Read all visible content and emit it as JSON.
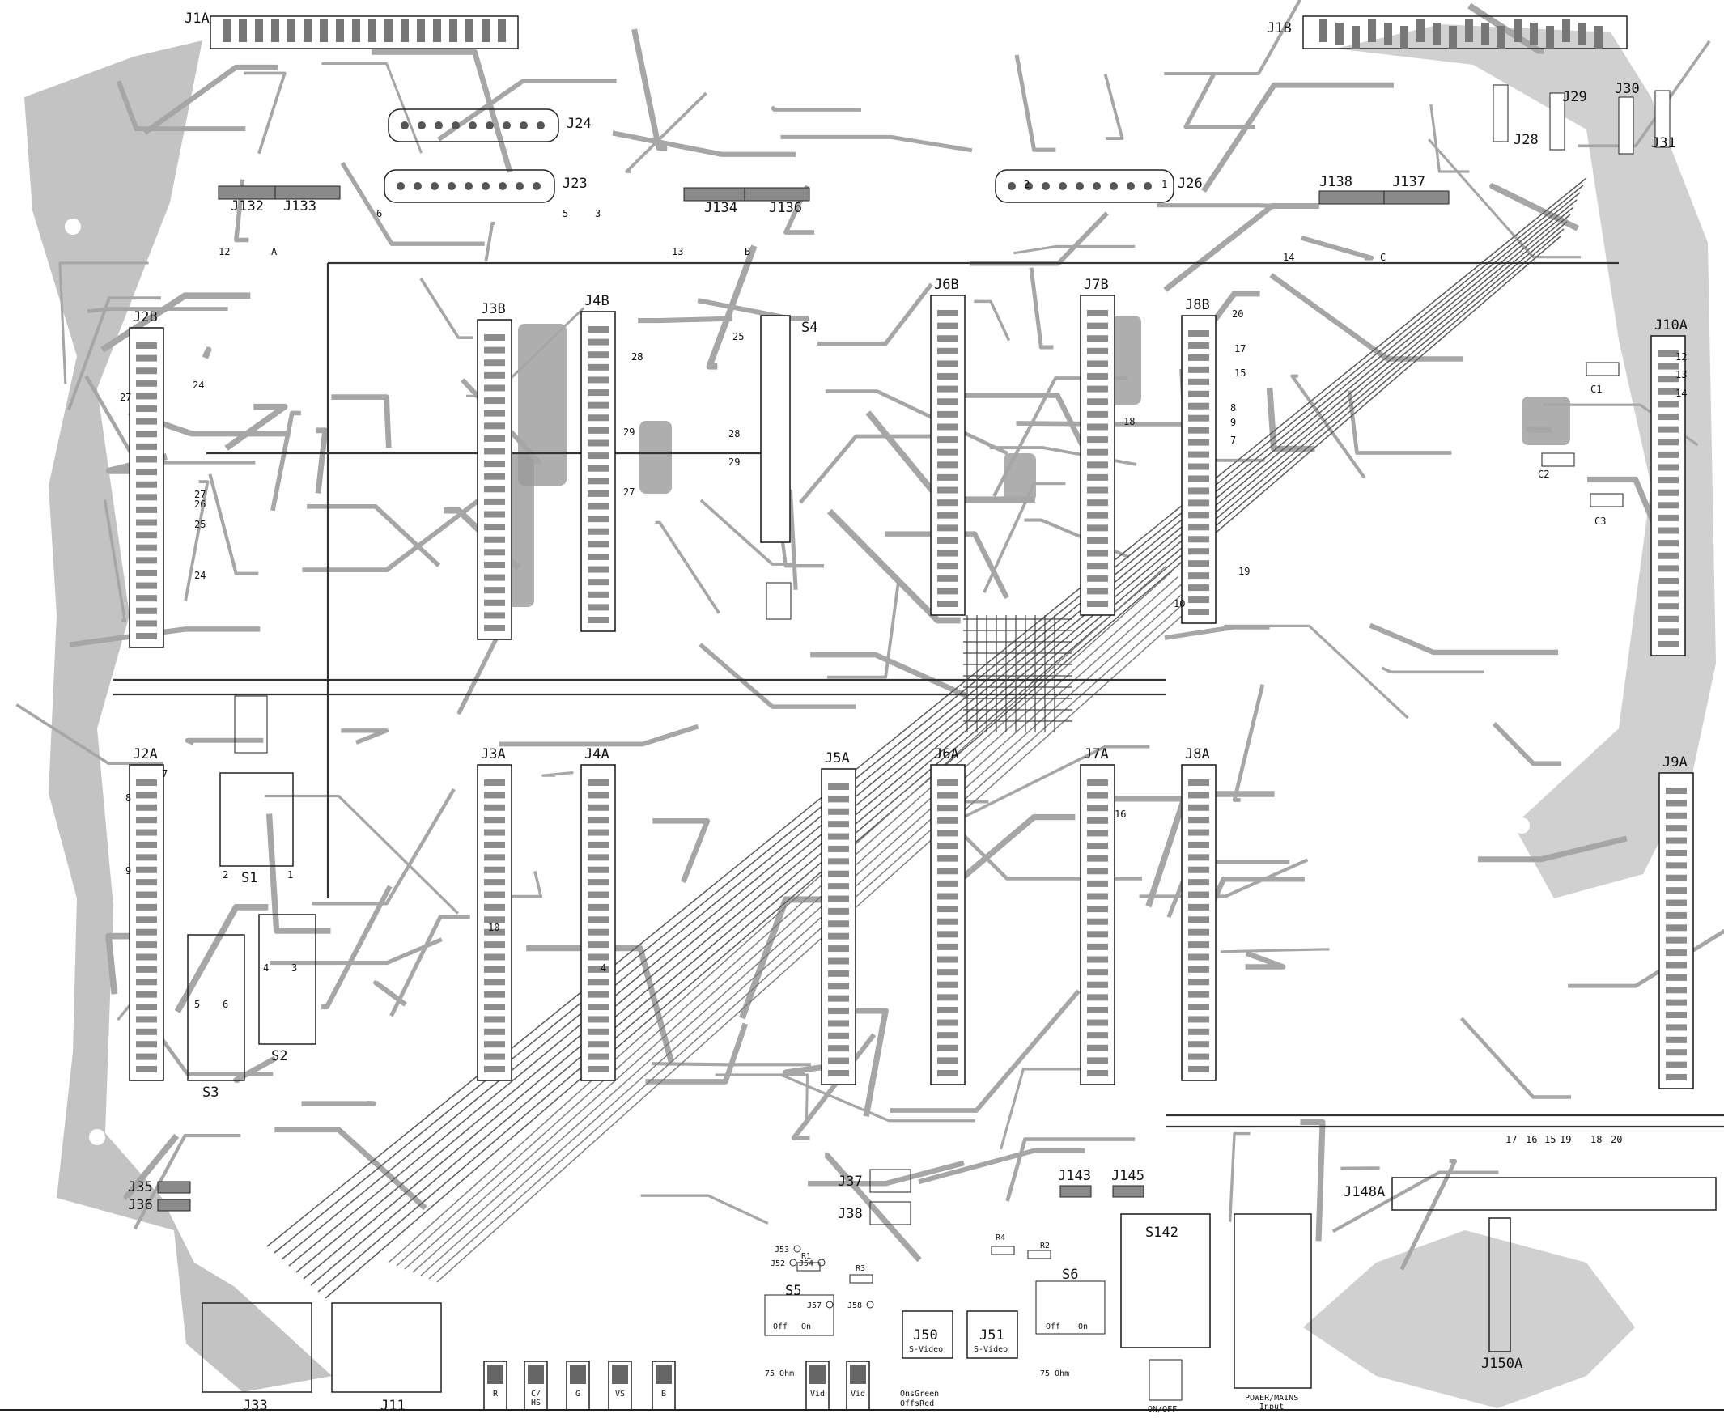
{
  "header_connectors": [
    {
      "id": "J1A",
      "label": "J1A"
    },
    {
      "id": "J1B",
      "label": "J1B"
    }
  ],
  "connectors_top": [
    {
      "id": "J24",
      "label": "J24"
    },
    {
      "id": "J23",
      "label": "J23"
    },
    {
      "id": "J26",
      "label": "J26"
    },
    {
      "id": "J132",
      "label": "J132"
    },
    {
      "id": "J133",
      "label": "J133"
    },
    {
      "id": "J134",
      "label": "J134"
    },
    {
      "id": "J136",
      "label": "J136"
    },
    {
      "id": "J138",
      "label": "J138"
    },
    {
      "id": "J137",
      "label": "J137"
    },
    {
      "id": "J28",
      "label": "J28"
    },
    {
      "id": "J29",
      "label": "J29"
    },
    {
      "id": "J30",
      "label": "J30"
    },
    {
      "id": "J31",
      "label": "J31"
    }
  ],
  "columns_b": [
    {
      "id": "J2B",
      "label": "J2B"
    },
    {
      "id": "J3B",
      "label": "J3B"
    },
    {
      "id": "J4B",
      "label": "J4B"
    },
    {
      "id": "J6B",
      "label": "J6B"
    },
    {
      "id": "J7B",
      "label": "J7B"
    },
    {
      "id": "J8B",
      "label": "J8B"
    },
    {
      "id": "J10A",
      "label": "J10A"
    }
  ],
  "columns_a": [
    {
      "id": "J2A",
      "label": "J2A"
    },
    {
      "id": "J3A",
      "label": "J3A"
    },
    {
      "id": "J4A",
      "label": "J4A"
    },
    {
      "id": "J5A",
      "label": "J5A"
    },
    {
      "id": "J6A",
      "label": "J6A"
    },
    {
      "id": "J7A",
      "label": "J7A"
    },
    {
      "id": "J8A",
      "label": "J8A"
    },
    {
      "id": "J9A",
      "label": "J9A"
    }
  ],
  "switches": [
    {
      "id": "S1",
      "label": "S1"
    },
    {
      "id": "S2",
      "label": "S2"
    },
    {
      "id": "S3",
      "label": "S3"
    },
    {
      "id": "S4",
      "label": "S4"
    },
    {
      "id": "S5",
      "label": "S5"
    },
    {
      "id": "S6",
      "label": "S6"
    },
    {
      "id": "S142",
      "label": "S142"
    }
  ],
  "bottom_connectors": [
    {
      "id": "J35",
      "label": "J35"
    },
    {
      "id": "J36",
      "label": "J36"
    },
    {
      "id": "J37",
      "label": "J37"
    },
    {
      "id": "J38",
      "label": "J38"
    },
    {
      "id": "J143",
      "label": "J143"
    },
    {
      "id": "J145",
      "label": "J145"
    },
    {
      "id": "J148A",
      "label": "J148A"
    },
    {
      "id": "J150A",
      "label": "J150A"
    },
    {
      "id": "J33",
      "label": "J33"
    },
    {
      "id": "J11",
      "label": "J11"
    },
    {
      "id": "J50",
      "label": "J50"
    },
    {
      "id": "J51",
      "label": "J51"
    }
  ],
  "components": [
    {
      "id": "C1",
      "label": "C1"
    },
    {
      "id": "C2",
      "label": "C2"
    },
    {
      "id": "C3",
      "label": "C3"
    },
    {
      "id": "R1",
      "label": "R1"
    },
    {
      "id": "R2",
      "label": "R2"
    },
    {
      "id": "R3",
      "label": "R3"
    },
    {
      "id": "R4",
      "label": "R4"
    },
    {
      "id": "J52",
      "label": "J52"
    },
    {
      "id": "J53",
      "label": "J53"
    },
    {
      "id": "J54",
      "label": "J54"
    },
    {
      "id": "J57",
      "label": "J57"
    },
    {
      "id": "J58",
      "label": "J58"
    }
  ],
  "bnc_jacks": [
    "R",
    "C/\nHS",
    "G",
    "VS",
    "B",
    "Vid",
    "Vid"
  ],
  "bottom_text": {
    "ohm_left": "75 Ohm",
    "ohm_right": "75 Ohm",
    "onoff": "ON/OFF",
    "power": "POWER/MAINS",
    "power2": "Input",
    "onsgreen": "OnsGreen",
    "offred": "OffsRed",
    "svideo": "S-Video",
    "off": "Off",
    "on": "On"
  },
  "pin_numbers": [
    "2",
    "1",
    "4",
    "3",
    "5",
    "6",
    "6",
    "5",
    "3",
    "4",
    "12",
    "A",
    "13",
    "B",
    "14",
    "C",
    "20",
    "17",
    "15",
    "8",
    "9",
    "7",
    "19",
    "10",
    "18",
    "16",
    "24",
    "25",
    "26",
    "27",
    "28",
    "29",
    "27",
    "28",
    "29",
    "25",
    "28",
    "24",
    "27",
    "7",
    "8",
    "9",
    "10",
    "12",
    "13",
    "14",
    "17",
    "16",
    "15",
    "18",
    "19",
    "20",
    "2",
    "1"
  ]
}
